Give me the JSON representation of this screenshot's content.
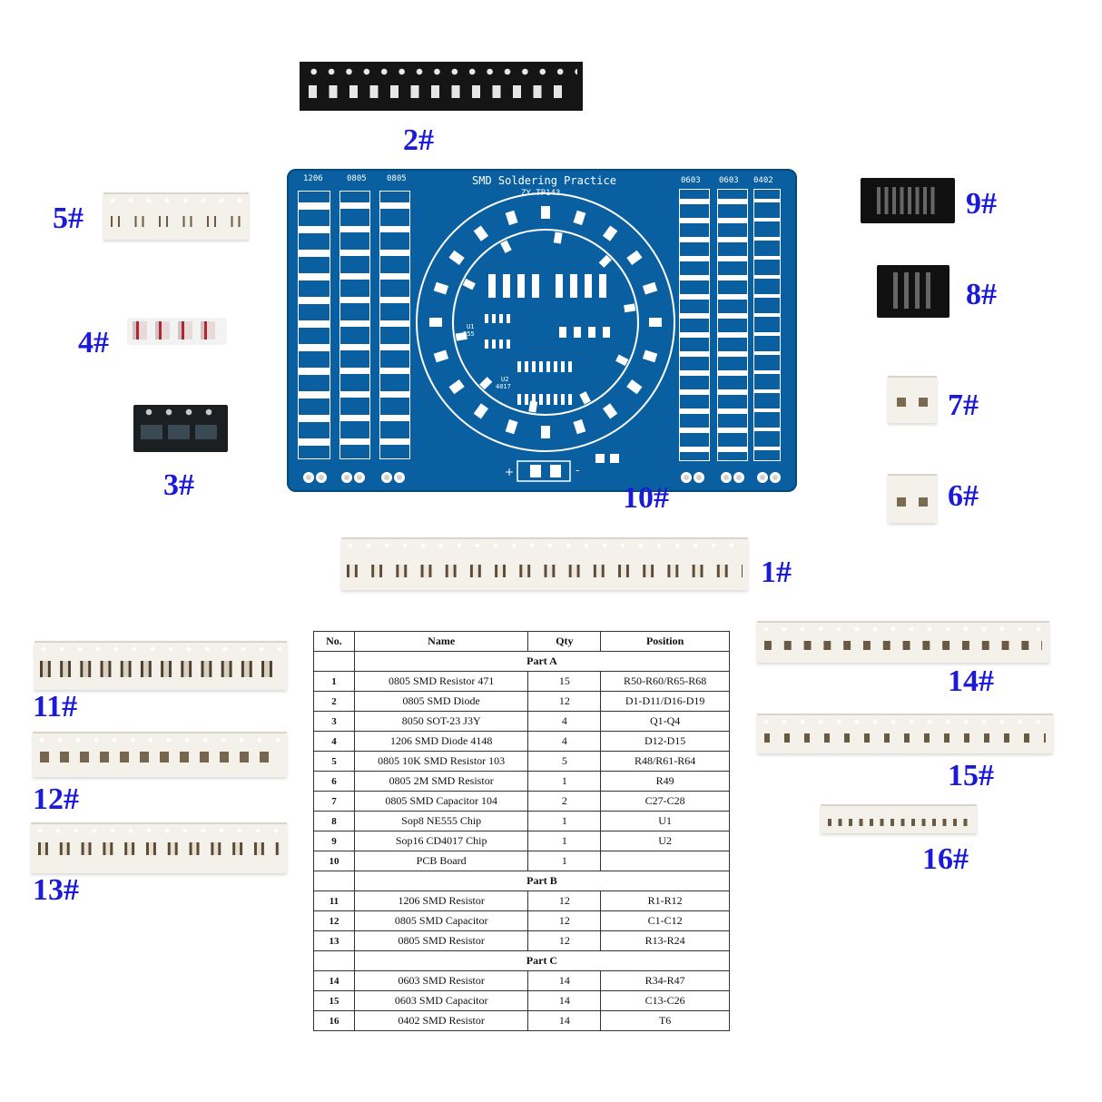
{
  "labels": {
    "l1": "1#",
    "l2": "2#",
    "l3": "3#",
    "l4": "4#",
    "l5": "5#",
    "l6": "6#",
    "l7": "7#",
    "l8": "8#",
    "l9": "9#",
    "l10": "10#",
    "l11": "11#",
    "l12": "12#",
    "l13": "13#",
    "l14": "14#",
    "l15": "15#",
    "l16": "16#"
  },
  "pcb": {
    "title": "SMD Soldering Practice",
    "model": "ZY-TP143",
    "col_1206": "1206",
    "col_0805a": "0805",
    "col_0805b": "0805",
    "col_0603a": "0603",
    "col_0603b": "0603",
    "col_0402": "0402",
    "u1": "U1",
    "u1_part": "555",
    "u2": "U2",
    "u2_part": "4017"
  },
  "table": {
    "headers": [
      "No.",
      "Name",
      "Qty",
      "Position"
    ],
    "part_a": "Part A",
    "part_b": "Part B",
    "part_c": "Part C",
    "rows_a": [
      {
        "no": "1",
        "name": "0805 SMD Resistor 471",
        "qty": "15",
        "pos": "R50-R60/R65-R68"
      },
      {
        "no": "2",
        "name": "0805 SMD Diode",
        "qty": "12",
        "pos": "D1-D11/D16-D19"
      },
      {
        "no": "3",
        "name": "8050 SOT-23    J3Y",
        "qty": "4",
        "pos": "Q1-Q4"
      },
      {
        "no": "4",
        "name": "1206 SMD Diode 4148",
        "qty": "4",
        "pos": "D12-D15"
      },
      {
        "no": "5",
        "name": "0805 10K SMD Resistor 103",
        "qty": "5",
        "pos": "R48/R61-R64"
      },
      {
        "no": "6",
        "name": "0805 2M SMD Resistor",
        "qty": "1",
        "pos": "R49"
      },
      {
        "no": "7",
        "name": "0805 SMD Capacitor 104",
        "qty": "2",
        "pos": "C27-C28"
      },
      {
        "no": "8",
        "name": "Sop8 NE555 Chip",
        "qty": "1",
        "pos": "U1"
      },
      {
        "no": "9",
        "name": "Sop16 CD4017 Chip",
        "qty": "1",
        "pos": "U2"
      },
      {
        "no": "10",
        "name": "PCB Board",
        "qty": "1",
        "pos": ""
      }
    ],
    "rows_b": [
      {
        "no": "11",
        "name": "1206 SMD Resistor",
        "qty": "12",
        "pos": "R1-R12"
      },
      {
        "no": "12",
        "name": "0805 SMD Capacitor",
        "qty": "12",
        "pos": "C1-C12"
      },
      {
        "no": "13",
        "name": "0805 SMD Resistor",
        "qty": "12",
        "pos": "R13-R24"
      }
    ],
    "rows_c": [
      {
        "no": "14",
        "name": "0603 SMD Resistor",
        "qty": "14",
        "pos": "R34-R47"
      },
      {
        "no": "15",
        "name": "0603 SMD Capacitor",
        "qty": "14",
        "pos": "C13-C26"
      },
      {
        "no": "16",
        "name": "0402 SMD Resistor",
        "qty": "14",
        "pos": "T6"
      }
    ]
  }
}
